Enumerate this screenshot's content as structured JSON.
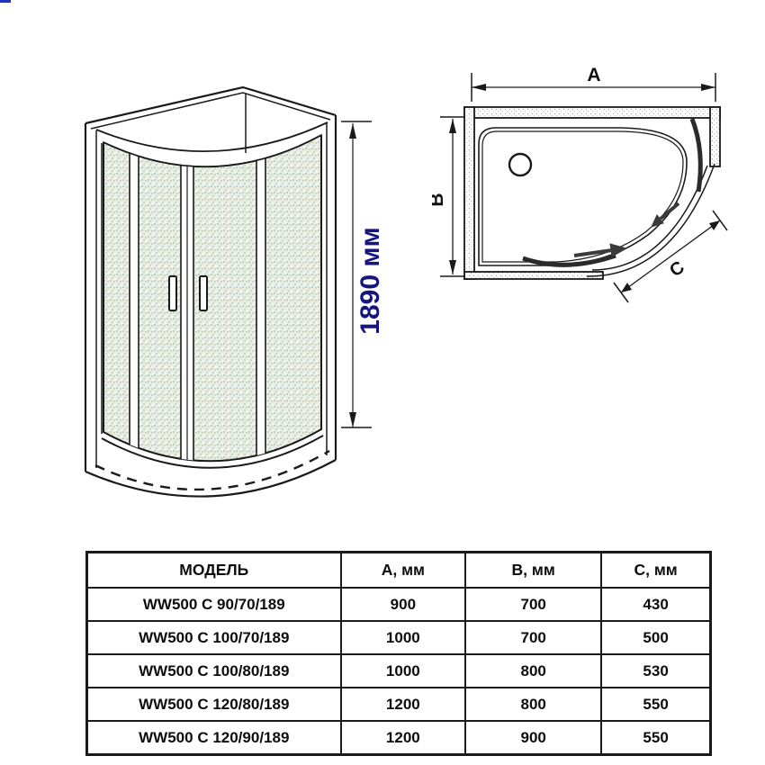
{
  "front_view": {
    "description": "shower cabin front view",
    "height_label": "1890 мм"
  },
  "plan_view": {
    "description": "shower tray top view",
    "dim_a": "A",
    "dim_b": "B",
    "dim_c": "C"
  },
  "table": {
    "headers": [
      "МОДЕЛЬ",
      "A, мм",
      "B, мм",
      "C, мм"
    ],
    "rows": [
      [
        "WW500 C 90/70/189",
        "900",
        "700",
        "430"
      ],
      [
        "WW500 C 100/70/189",
        "1000",
        "700",
        "500"
      ],
      [
        "WW500 C 100/80/189",
        "1000",
        "800",
        "530"
      ],
      [
        "WW500 C 120/80/189",
        "1200",
        "800",
        "550"
      ],
      [
        "WW500 C 120/90/189",
        "1200",
        "900",
        "550"
      ]
    ]
  },
  "colors": {
    "line": "#1a1a1a",
    "dimension_text": "#15157e"
  }
}
